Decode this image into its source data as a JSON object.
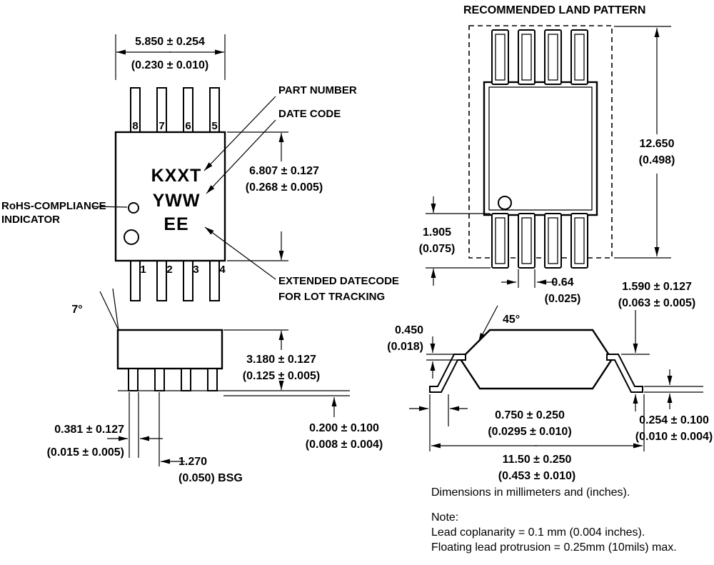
{
  "colors": {
    "ink": "#000000",
    "paper": "#ffffff"
  },
  "top_view": {
    "dim_width_mm": "5.850 ± 0.254",
    "dim_width_in": "(0.230 ± 0.010)",
    "dim_length_mm": "6.807 ± 0.127",
    "dim_length_in": "(0.268 ± 0.005)",
    "pin_numbers_top": [
      "8",
      "7",
      "6",
      "5"
    ],
    "pin_numbers_bottom": [
      "1",
      "2",
      "3",
      "4"
    ],
    "marking_line1": "KXXT",
    "marking_line2": "YWW",
    "marking_line3": "EE",
    "callout_part_number": "PART NUMBER",
    "callout_date_code": "DATE CODE",
    "callout_rohs_line1": "RoHS-COMPLIANCE",
    "callout_rohs_line2": "INDICATOR",
    "callout_extended_line1": "EXTENDED DATECODE",
    "callout_extended_line2": "FOR LOT TRACKING"
  },
  "land_pattern": {
    "title": "RECOMMENDED LAND PATTERN",
    "dim_height_mm": "12.650",
    "dim_height_in": "(0.498)",
    "dim_pad_length_mm": "1.905",
    "dim_pad_length_in": "(0.075)",
    "dim_pad_width_mm": "0.64",
    "dim_pad_width_in": "(0.025)"
  },
  "side_view": {
    "dim_draft_angle": "7°",
    "dim_height_mm": "3.180 ± 0.127",
    "dim_height_in": "(0.125 ± 0.005)",
    "dim_standoff_mm": "0.200 ± 0.100",
    "dim_standoff_in": "(0.008 ± 0.004)",
    "dim_lead_width_mm": "0.381 ± 0.127",
    "dim_lead_width_in": "(0.015 ± 0.005)",
    "dim_pitch_mm": "1.270",
    "dim_pitch_in": "(0.050) BSG"
  },
  "end_view": {
    "dim_chamfer_angle": "45°",
    "dim_lead_thickness_mm": "0.450",
    "dim_lead_thickness_in": "(0.018)",
    "dim_lead_height_mm": "1.590 ± 0.127",
    "dim_lead_height_in": "(0.063 ± 0.005)",
    "dim_foot_length_mm": "0.750 ± 0.250",
    "dim_foot_length_in": "(0.0295 ± 0.010)",
    "dim_foot_thickness_mm": "0.254 ± 0.100",
    "dim_foot_thickness_in": "(0.010 ± 0.004)",
    "dim_overall_width_mm": "11.50 ± 0.250",
    "dim_overall_width_in": "(0.453 ± 0.010)"
  },
  "notes": {
    "units": "Dimensions in millimeters and (inches).",
    "heading": "Note:",
    "line1": "Lead coplanarity = 0.1 mm (0.004 inches).",
    "line2": "Floating lead protrusion = 0.25mm (10mils) max."
  }
}
